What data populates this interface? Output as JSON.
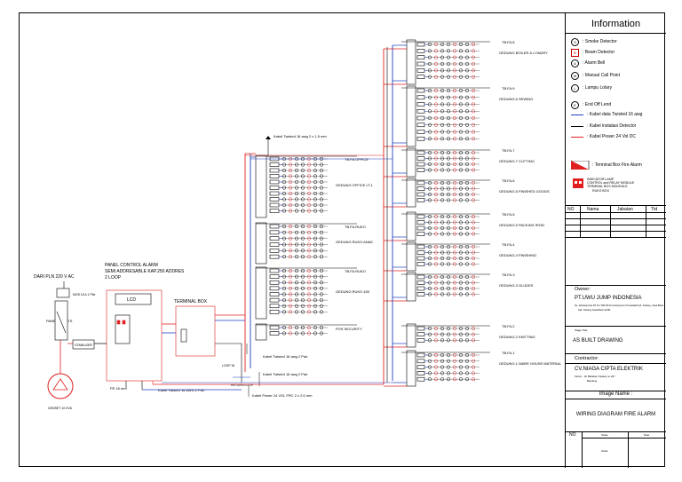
{
  "legend": {
    "title": "Information",
    "items": [
      {
        "icon": "smoke-detector-icon",
        "label": ": Smoke Detector",
        "color": "#000000"
      },
      {
        "icon": "beam-detector-icon",
        "label": ": Beam Detector",
        "color": "#cc0000"
      },
      {
        "icon": "alarm-bell-icon",
        "label": ": Alarm Bell",
        "color": "#000000"
      },
      {
        "icon": "manual-call-point-icon",
        "label": ": Manual Call Point",
        "color": "#000000"
      },
      {
        "icon": "lampu-lolary-icon",
        "label": ": Lampu Lolary",
        "color": "#000000"
      },
      {
        "icon": "end-off-lend-icon",
        "label": ": End Off Lend",
        "color": "#000000"
      },
      {
        "icon": "data-cable-icon",
        "label": ": Kabel data Twisted 16 awg",
        "color": "#1f3fbf"
      },
      {
        "icon": "detector-cable-icon",
        "label": ": Kabel instalasi Detector",
        "color": "#000000"
      },
      {
        "icon": "power-cable-icon",
        "label": ": Kabel Power 24 Vol DC",
        "color": "#e02020"
      }
    ],
    "terminal_box_label": ": Terminal Box Fire Alarm",
    "indicator_lines": [
      "INDICATOR LAMP",
      "CONTROL  and RELAY MODULE",
      "TERMINAL BOX MOUDULE"
    ],
    "ruko_box": "RUKO BOX"
  },
  "revision_table": {
    "headers": [
      "NO",
      "Nama",
      "Jabatan",
      "Ttd"
    ]
  },
  "owner": {
    "label": "Owner:",
    "name": "PT.UWU JUMP INDONESIA",
    "address": "Kp. Jatisampurna RT 01 / RW 06 Ds Gebang Kec Purwadadi  Kab. Subang, Jawa Barat",
    "addr2": "Kab. Subang  Jawa Barat 41261"
  },
  "stage": {
    "label": "Stage Title:",
    "value": "AS BUILT DRAWING"
  },
  "contractor": {
    "label": "Contractor:",
    "name": "CV.NIAGA CIPTA ELEKTRIK",
    "addr1": "Kantor :   Jln Babakan Cipatay no.207",
    "addr2": "Bandung"
  },
  "image": {
    "label": "Image Name :",
    "name": "WIRING DIAGRAM FIRE ALARM"
  },
  "footer": {
    "no": "NO",
    "c2": "Scale",
    "c3": "Date",
    "c4": "Scale"
  },
  "panels": [
    {
      "name": "TB.FA.8",
      "building": "GEDUNG BOILER & LONDRY"
    },
    {
      "name": "TB.FA.9",
      "building": "GEDUNG.6 SEWING"
    },
    {
      "name": "TB.FA.7",
      "building": "GEDUNG.7 CUTTING"
    },
    {
      "name": "TB.FA.6",
      "building": "GEDUNG.6 FINISHED GOODS"
    },
    {
      "name": "TB.FA.5",
      "building": "GEDUNG.5 PACKING IRON"
    },
    {
      "name": "TB.FA.4",
      "building": "GEDUNG.4 FINISHING"
    },
    {
      "name": "TB.FA.3",
      "building": "GEDUNG.3 GLUDES"
    },
    {
      "name": "TB.FA.2",
      "building": "GEDUNG.2 KNITTING"
    },
    {
      "name": "TB.FA.1",
      "building": "GEDUNG.1 WARE HOUSE MATERIAL"
    }
  ],
  "mid_panels": [
    {
      "name": "TB.FA.OFFICE",
      "building": "GEDUNG  OFFICE LT.1"
    },
    {
      "name": "TB.FA.RUKO",
      "building": "GEDUNG  RUKO ANAK"
    },
    {
      "name": "TB.FA.RUKO",
      "building": "GEDUNG  RUKO 430"
    },
    {
      "name": "",
      "building": "POS SECURITY"
    }
  ],
  "left": {
    "pln": "DARI PLN 220 V AC",
    "mcb": "MCB 16 A 1 Pile",
    "panel_title": [
      "PANEL CONTROL ALARM",
      "SEMI ADDRESABLE KAP.250 ADDRES",
      "2 LOOP"
    ],
    "lcd": "LCD",
    "terminal_box": "TERMINAL BOX",
    "panel_ampats": "PANEL AMPATS",
    "stabilizer": "STABILIZER",
    "genset": "GENSET 10 KVA",
    "pe": "PE 16 mm",
    "loop_in": "LOOP IN",
    "return_loop": "RETURN LOOP"
  },
  "cables": {
    "top": "Kabel Twisted 16 awg 2 x 1,5 mm",
    "c1": "Kabel Twisted 16 awg 2 Pair",
    "c2": "Kabel Twisted 16 awg 2 Pair",
    "c3": "Kabel Twisted 16 AWG 2 Pair",
    "c4": "Kabel Power 24 VOL FRC 2 x 2,5 mm"
  },
  "colors": {
    "red": "#e02020",
    "blue": "#1f3fbf",
    "black": "#000000"
  }
}
